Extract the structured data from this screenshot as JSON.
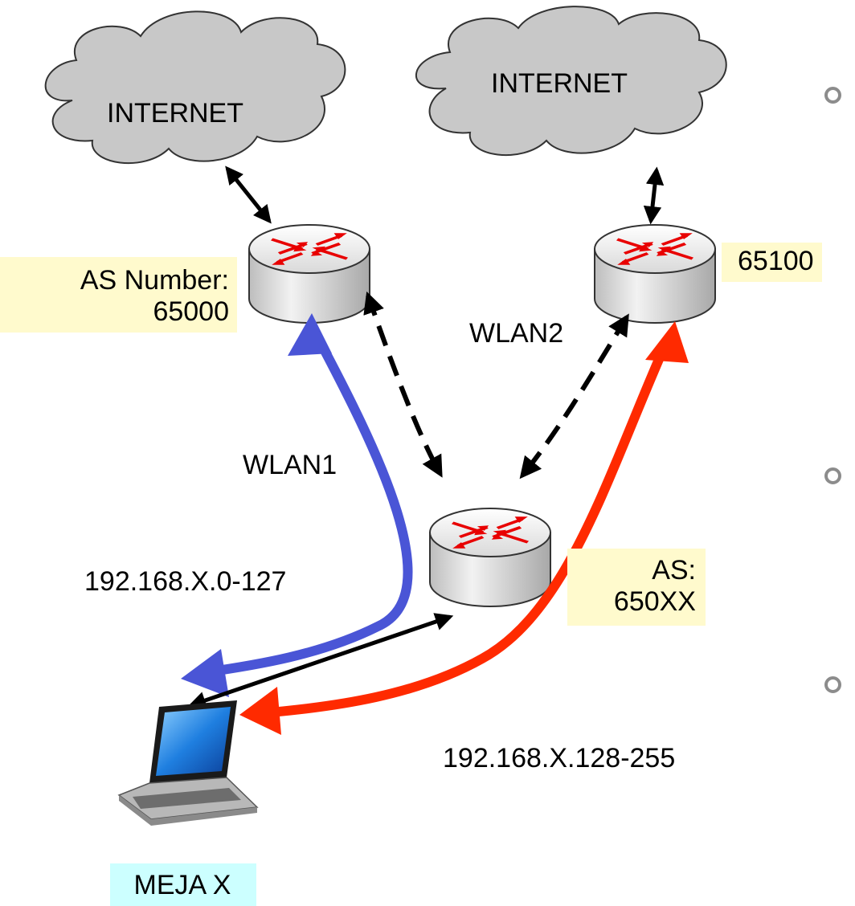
{
  "clouds": [
    {
      "label": "INTERNET"
    },
    {
      "label": "INTERNET"
    }
  ],
  "as_labels": {
    "left_line1": "AS Number:",
    "left_line2": "65000",
    "right": "65100",
    "center_line1": "AS:",
    "center_line2": "650XX"
  },
  "links": {
    "wlan1": "WLAN1",
    "wlan2": "WLAN2"
  },
  "subnets": {
    "blue": "192.168.X.0-127",
    "red": "192.168.X.128-255"
  },
  "client": {
    "label": "MEJA X"
  },
  "colors": {
    "cloud_fill": "#C8C8C8",
    "router_body": "#E6E6E6",
    "router_arrows": "#E80000",
    "blue_path": "#4A55D6",
    "red_path": "#FF2A00",
    "as_box": "#FFFACD",
    "client_box": "#CCFFFF"
  }
}
